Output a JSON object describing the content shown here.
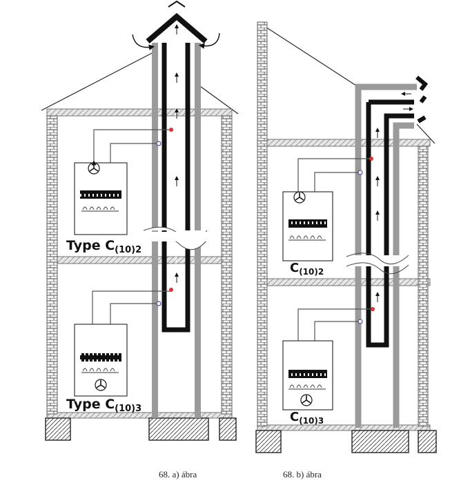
{
  "figure_a": {
    "caption": "68. a) ábra",
    "upper_label": {
      "main": "Type C",
      "sub": "(10)2"
    },
    "lower_label": {
      "main": "Type C",
      "sub": "(10)3"
    }
  },
  "figure_b": {
    "caption": "68. b) ábra",
    "upper_label": {
      "main": "C",
      "sub": "(10)2"
    },
    "lower_label": {
      "main": "C",
      "sub": "(10)3"
    }
  }
}
